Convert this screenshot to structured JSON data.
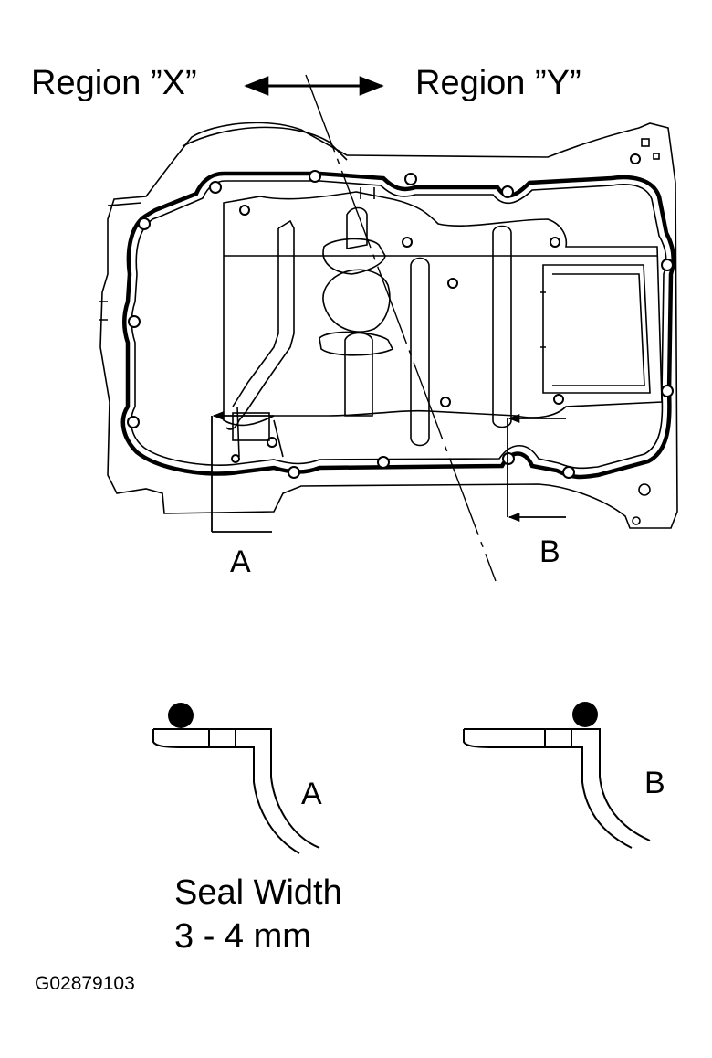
{
  "regions": {
    "x_label": "Region ”X”",
    "y_label": "Region ”Y”"
  },
  "section_markers": {
    "a": "A",
    "b": "B"
  },
  "details": {
    "a_label": "A",
    "b_label": "B"
  },
  "seal": {
    "title": "Seal Width",
    "value": "3 - 4 mm"
  },
  "figure_id": "G02879103"
}
